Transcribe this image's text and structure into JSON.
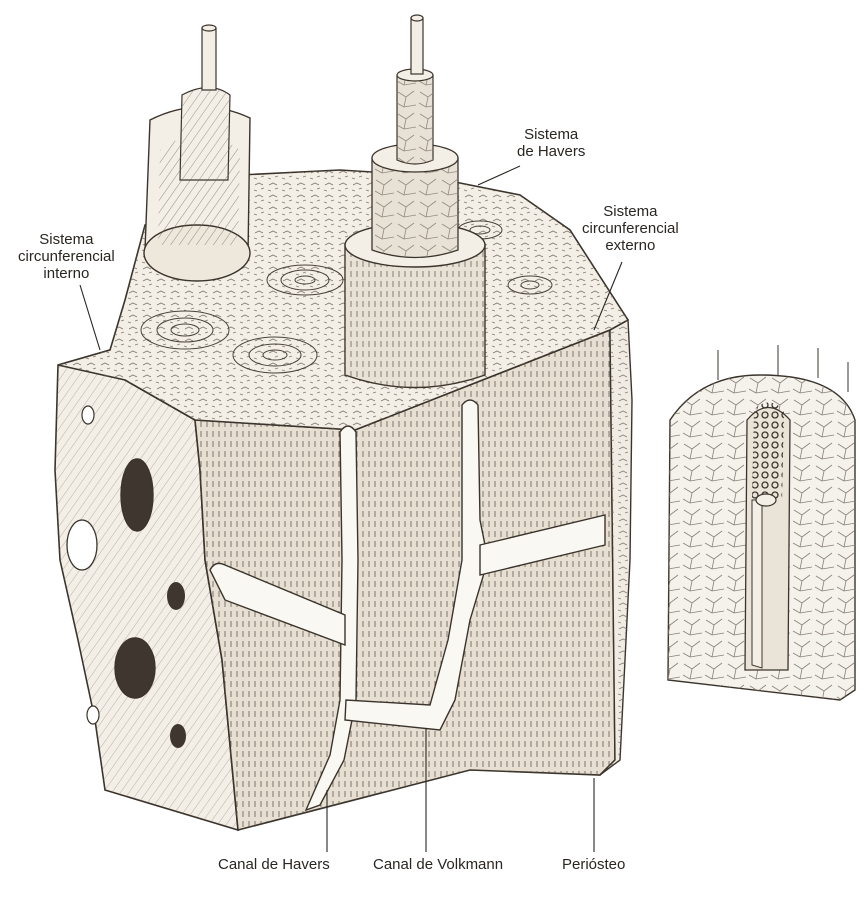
{
  "palette": {
    "background": "#ffffff",
    "bone": "#f3efe7",
    "bone_shadow": "#ddd6c8",
    "ink": "#3b342c",
    "hatch": "#6d655b"
  },
  "labels": {
    "havers_system": [
      "Sistema",
      "de Havers"
    ],
    "external_circumferential": [
      "Sistema",
      "circunferencial",
      "externo"
    ],
    "internal_circumferential": [
      "Sistema",
      "circunferencial",
      "interno"
    ],
    "havers_canal": "Canal de Havers",
    "volkmann_canal": "Canal de Volkmann",
    "periosteum": "Periósteo"
  }
}
